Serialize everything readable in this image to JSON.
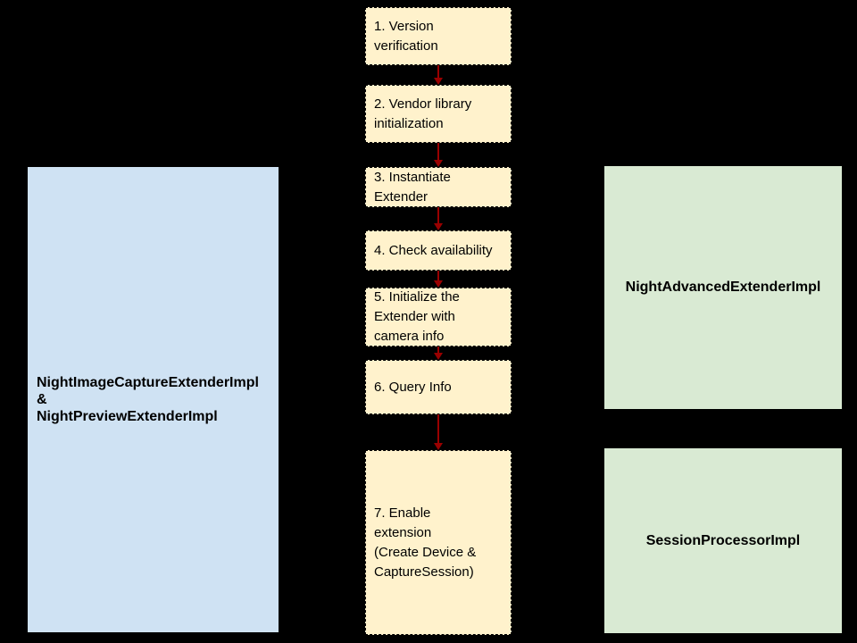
{
  "colors": {
    "background": "#000000",
    "step_fill": "#FFF2CC",
    "step_border": "#000000",
    "left_fill": "#CFE2F3",
    "right_fill": "#D9EAD3",
    "arrow": "#990000",
    "text": "#000000"
  },
  "diagram": {
    "type": "flowchart",
    "steps": [
      {
        "label": "1. Version\nverification"
      },
      {
        "label": "2. Vendor library\ninitialization"
      },
      {
        "label": "3. Instantiate\nExtender"
      },
      {
        "label": "4. Check availability"
      },
      {
        "label": "5. Initialize the\nExtender with\ncamera info"
      },
      {
        "label": "6. Query Info"
      },
      {
        "label": "7. Enable\nextension\n(Create Device &\nCaptureSession)"
      }
    ],
    "side_boxes": {
      "left": {
        "label": "NightImageCaptureExtenderImpl\n&\nNightPreviewExtenderImpl"
      },
      "right_top": {
        "label": "NightAdvancedExtenderImpl"
      },
      "right_bottom": {
        "label": "SessionProcessorImpl"
      }
    }
  }
}
